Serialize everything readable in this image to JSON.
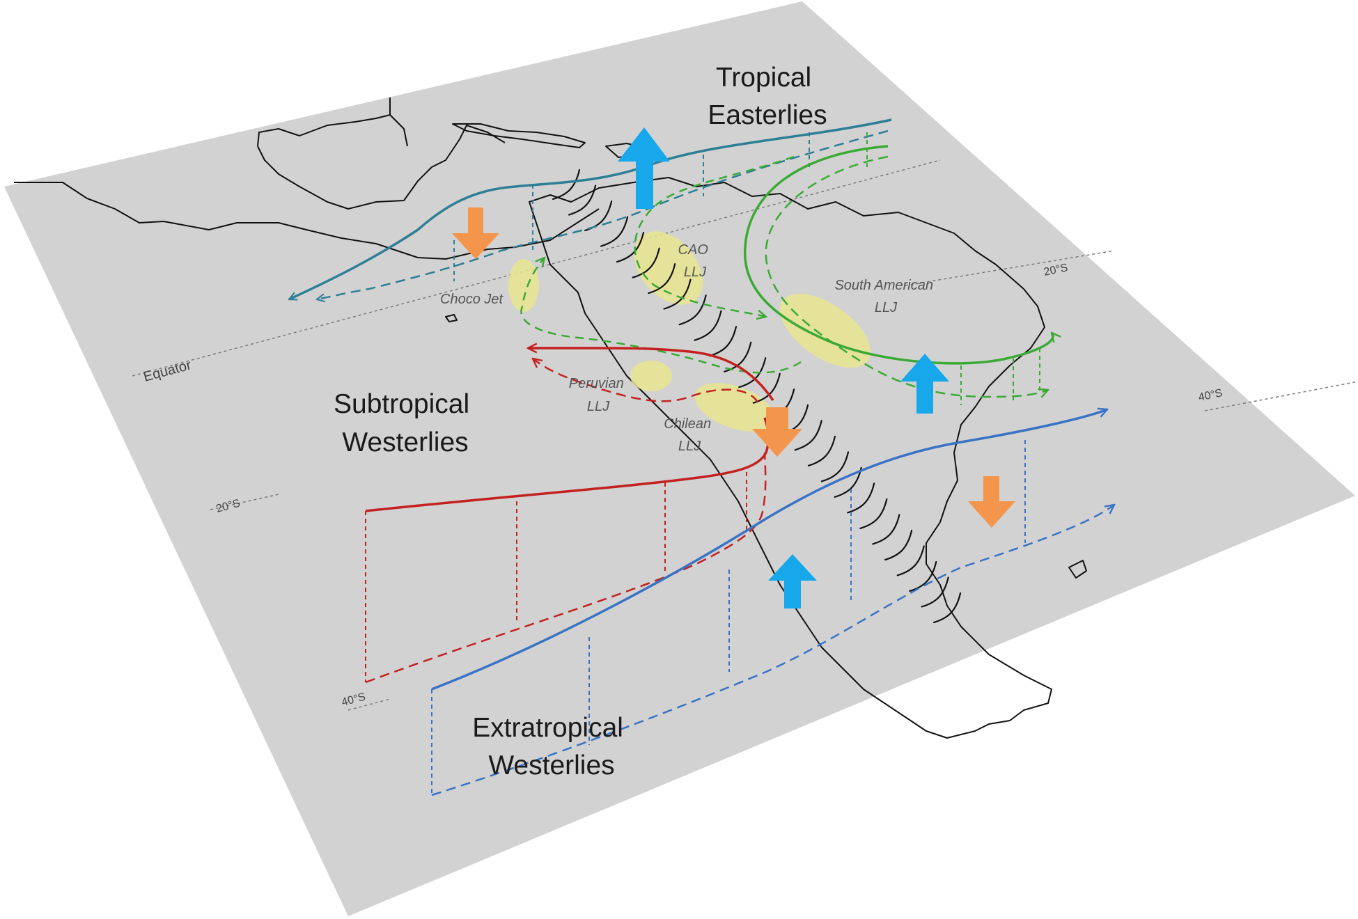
{
  "labels": {
    "tropical_easterlies": [
      "Tropical",
      "Easterlies"
    ],
    "subtropical_westerlies": [
      "Subtropical",
      "Westerlies"
    ],
    "extratropical_westerlies": [
      "Extratropical",
      "Westerlies"
    ]
  },
  "jets": {
    "cao": [
      "CAO",
      "LLJ"
    ],
    "south_american": [
      "South American",
      "LLJ"
    ],
    "choco": "Choco Jet",
    "peruvian": [
      "Peruvian",
      "LLJ"
    ],
    "chilean": [
      "Chilean",
      "LLJ"
    ]
  },
  "latitudes": {
    "equator": "Equator",
    "lat20s_left": "20°S",
    "lat40s_left": "40°S",
    "lat20s_right": "20°S",
    "lat40s_right": "40°S"
  },
  "colors": {
    "background": "#d2d2d2",
    "easterlies": "#2e7f95",
    "green_flow": "#3aaa35",
    "subtropical": "#c42020",
    "extratropical": "#3a73c4",
    "upward_arrow": "#16a8ea",
    "downward_arrow": "#f3954a",
    "jet_highlight": "#e9e690",
    "coast": "#111111"
  },
  "icons": {
    "up": "upward-arrow-icon",
    "down": "downward-arrow-icon"
  }
}
